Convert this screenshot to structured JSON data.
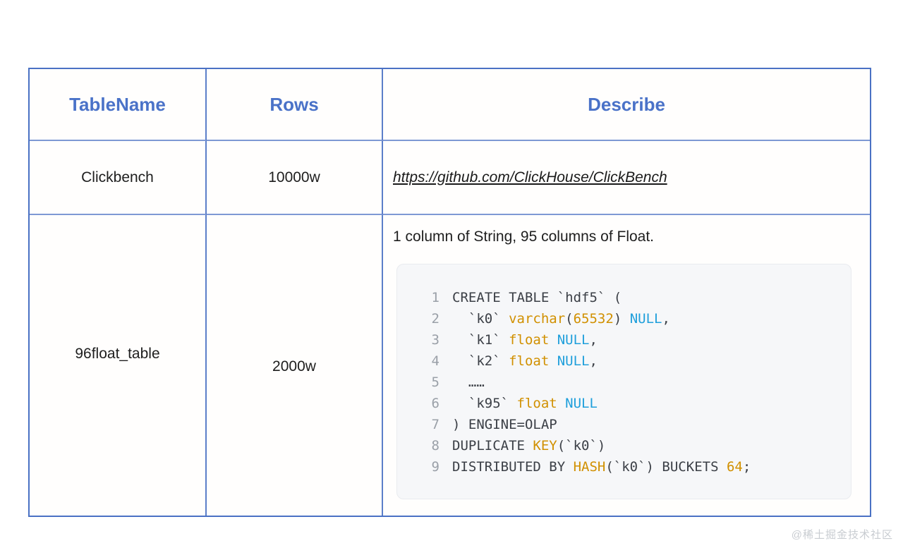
{
  "table": {
    "headers": [
      "TableName",
      "Rows",
      "Describe"
    ],
    "rows": [
      {
        "table_name": "Clickbench",
        "row_count": "10000w",
        "describe": {
          "link": "https://github.com/ClickHouse/ClickBench"
        }
      },
      {
        "table_name": "96float_table",
        "row_count": "2000w",
        "describe": {
          "text": "1 column of String, 95 columns of Float."
        }
      }
    ]
  },
  "code_block": {
    "language": "sql",
    "lines": [
      {
        "num": "1",
        "segments": [
          [
            "CREATE TABLE `hdf5` (",
            "plain"
          ]
        ]
      },
      {
        "num": "2",
        "segments": [
          [
            "  `k0` ",
            "plain"
          ],
          [
            "varchar",
            "type"
          ],
          [
            "(",
            "plain"
          ],
          [
            "65532",
            "number"
          ],
          [
            ") ",
            "plain"
          ],
          [
            "NULL",
            "null"
          ],
          [
            ",",
            "plain"
          ]
        ]
      },
      {
        "num": "3",
        "segments": [
          [
            "  `k1` ",
            "plain"
          ],
          [
            "float",
            "type"
          ],
          [
            " ",
            "plain"
          ],
          [
            "NULL",
            "null"
          ],
          [
            ",",
            "plain"
          ]
        ]
      },
      {
        "num": "4",
        "segments": [
          [
            "  `k2` ",
            "plain"
          ],
          [
            "float",
            "type"
          ],
          [
            " ",
            "plain"
          ],
          [
            "NULL",
            "null"
          ],
          [
            ",",
            "plain"
          ]
        ]
      },
      {
        "num": "5",
        "segments": [
          [
            "  ……",
            "plain"
          ]
        ]
      },
      {
        "num": "6",
        "segments": [
          [
            "  `k95` ",
            "plain"
          ],
          [
            "float",
            "type"
          ],
          [
            " ",
            "plain"
          ],
          [
            "NULL",
            "null"
          ]
        ]
      },
      {
        "num": "7",
        "segments": [
          [
            ") ENGINE=OLAP",
            "plain"
          ]
        ]
      },
      {
        "num": "8",
        "segments": [
          [
            "DUPLICATE ",
            "plain"
          ],
          [
            "KEY",
            "func"
          ],
          [
            "(`k0`)",
            "plain"
          ]
        ]
      },
      {
        "num": "9",
        "segments": [
          [
            "DISTRIBUTED BY ",
            "plain"
          ],
          [
            "HASH",
            "func"
          ],
          [
            "(`k0`) BUCKETS ",
            "plain"
          ],
          [
            "64",
            "number"
          ],
          [
            ";",
            "plain"
          ]
        ]
      }
    ]
  },
  "watermark": "@稀土掘金技术社区",
  "colors": {
    "header_text": "#4a72c8",
    "outer_border": "#4a71c4",
    "inner_vertical_border": "#5b7ec9",
    "inner_horizontal_border": "#7e99d4",
    "body_text": "#1e1e1e",
    "code_background": "#f6f7f9",
    "code_plain": "#3b3f46",
    "code_keyword_orange": "#d19000",
    "code_null_blue": "#1f9fdb",
    "line_number_gray": "#9aa0a8",
    "watermark_gray": "#c8ccd1"
  }
}
